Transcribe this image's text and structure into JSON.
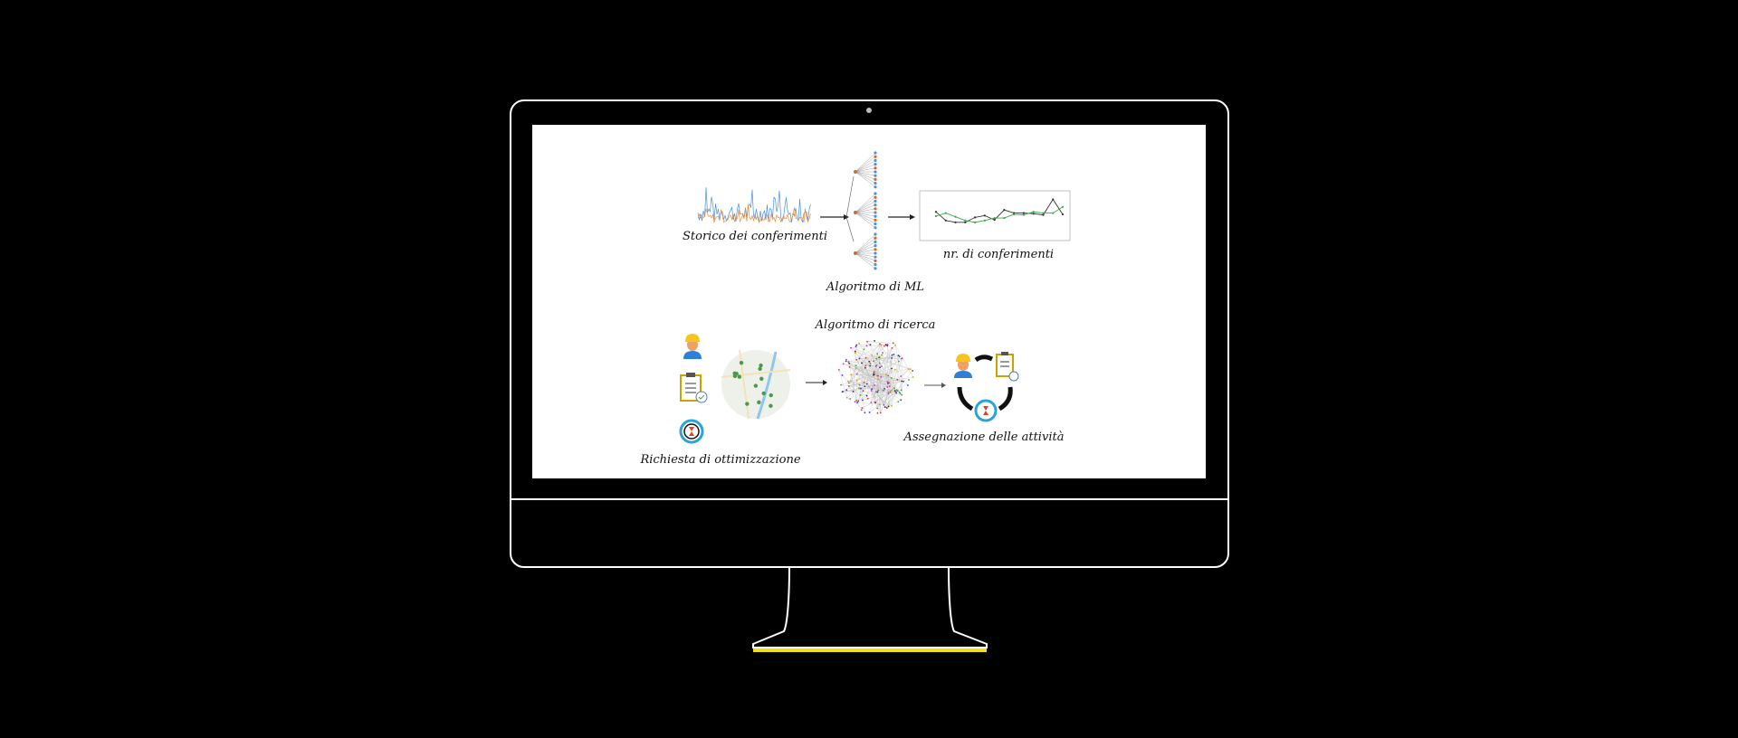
{
  "labels": {
    "history": "Storico dei conferimenti",
    "ml_algorithm": "Algoritmo di ML",
    "forecast": "nr. di conferimenti",
    "search_algorithm": "Algoritmo di ricerca",
    "optimization_request": "Richiesta di ottimizzazione",
    "task_assignment": "Assegnazione delle attività"
  },
  "colors": {
    "accent_base": "#f5e400",
    "blue": "#4a90e2",
    "orange": "#f28c28",
    "green": "#3aa84a"
  },
  "chart_data": {
    "type": "line",
    "title": "",
    "series": [
      {
        "name": "actual",
        "color": "#333333",
        "values": [
          4.2,
          2.8,
          2.5,
          2.5,
          3.3,
          3.6,
          2.9,
          4.5,
          4.0,
          4.0,
          3.9,
          3.7,
          6.2,
          3.8
        ]
      },
      {
        "name": "predicted",
        "color": "#3aa84a",
        "values": [
          3.5,
          4.0,
          3.4,
          2.8,
          2.5,
          2.8,
          3.2,
          3.2,
          3.8,
          3.7,
          4.2,
          4.0,
          4.0,
          5.0
        ]
      }
    ],
    "ylim": [
      0,
      7
    ]
  }
}
